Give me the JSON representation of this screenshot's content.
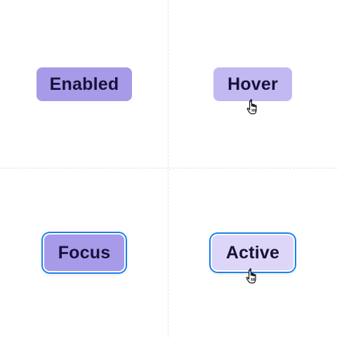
{
  "buttons": {
    "enabled": {
      "label": "Enabled"
    },
    "hover": {
      "label": "Hover"
    },
    "focus": {
      "label": "Focus"
    },
    "active": {
      "label": "Active"
    }
  },
  "colors": {
    "enabled_bg": "#a79ae9",
    "hover_bg": "#c2b8f2",
    "active_bg": "#ddd6f8",
    "focus_ring": "#1a80f0",
    "text": "#17123a"
  },
  "icons": {
    "cursor": "pointer-hand-icon"
  }
}
